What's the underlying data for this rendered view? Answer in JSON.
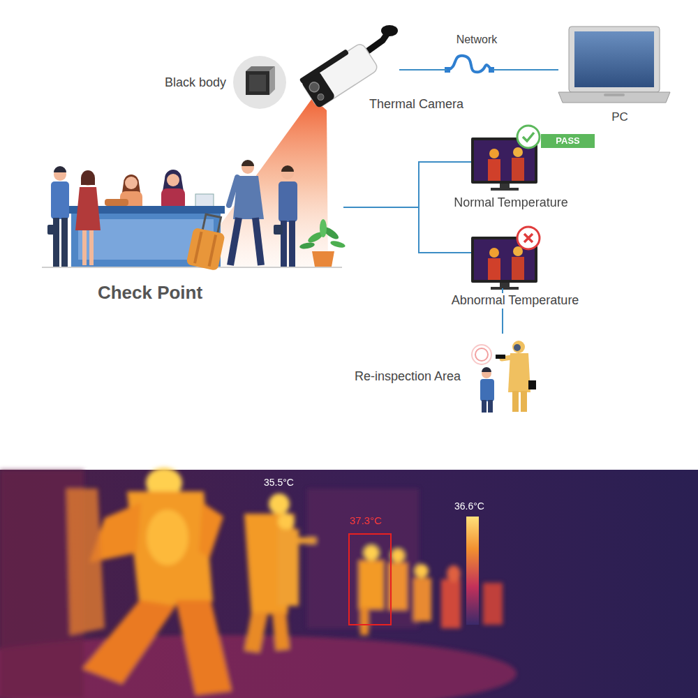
{
  "diagram": {
    "nodes": [
      {
        "text": [
          "Black body"
        ]
      },
      {
        "text": [
          "Thermal Camera"
        ]
      },
      {
        "text": [
          "Network"
        ]
      },
      {
        "text": [
          "PC"
        ]
      },
      {
        "text": [
          "Check Point"
        ]
      },
      {
        "text": [
          "Normal Temperature"
        ]
      },
      {
        "text": [
          "PASS"
        ],
        "in": 5
      },
      {
        "text": [
          "Abnormal Temperature"
        ]
      },
      {
        "text": [
          "Re-inspection Area"
        ]
      }
    ],
    "edges": [
      {
        "from": 1,
        "to": 2,
        "arrow": "none"
      },
      {
        "from": 2,
        "to": 3,
        "arrow": "none"
      },
      {
        "from": 4,
        "to": 5,
        "arrow": "none"
      },
      {
        "from": 4,
        "to": 7,
        "arrow": "none"
      },
      {
        "from": 7,
        "to": 8,
        "arrow": "none"
      }
    ],
    "labels": [
      "35.5°C",
      "37.3°C",
      "36.6°C"
    ]
  }
}
